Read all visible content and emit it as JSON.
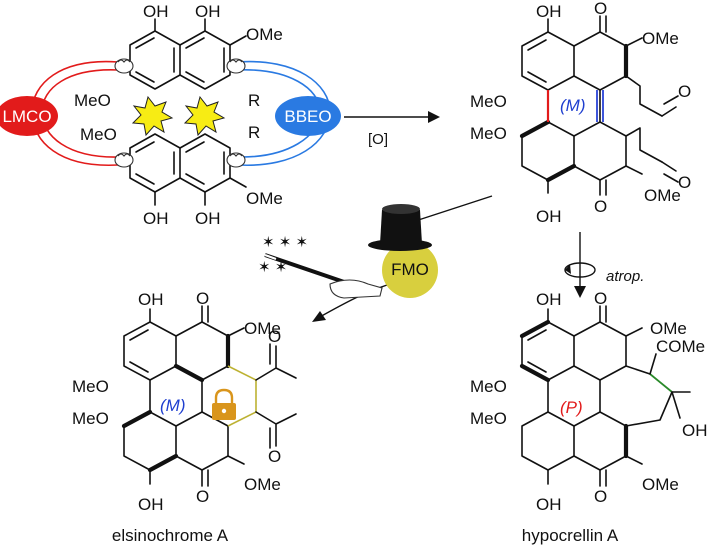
{
  "colors": {
    "lmco": "#e21b1b",
    "bbeo": "#2a7ae2",
    "fmo": "#d8cf3e",
    "burst": "#f7ec14",
    "helix_m": "#1f3fcf",
    "helix_p": "#e21b1b",
    "lock": "#d9951c",
    "ring_outline": "#bdb233",
    "new_bond_red": "#e21b1b",
    "new_bond_blue": "#2a43d6",
    "green_bond": "#2a8a2a"
  },
  "icons": [
    "gloved-hand-icon",
    "spark-burst-icon",
    "top-hat-icon",
    "magic-wand-icon",
    "padlock-icon",
    "rotation-arrow-icon"
  ],
  "enzymes": {
    "lmco": "LMCO",
    "bbeo": "BBEO",
    "fmo": "FMO"
  },
  "steps": {
    "oxidation": "[O]",
    "atropisomerization": "atrop."
  },
  "substituents": {
    "oh": "OH",
    "ome": "OMe",
    "meo": "MeO",
    "r": "R",
    "o": "O",
    "come": "COMe"
  },
  "helicity": {
    "m": "(M)",
    "p": "(P)"
  },
  "products": {
    "elsinochrome": "elsinochrome A",
    "hypocrellin": "hypocrellin A"
  }
}
